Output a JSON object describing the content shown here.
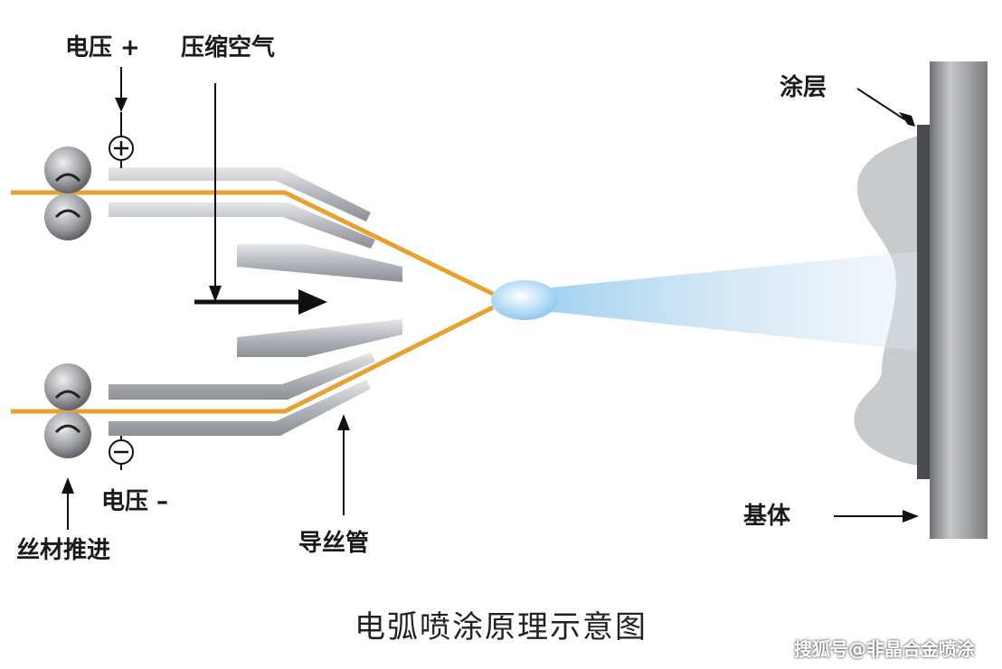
{
  "labels": {
    "voltage_pos": "电压 +",
    "compressed_air": "压缩空气",
    "coating": "涂层",
    "voltage_neg": "电压 –",
    "wire_feed": "丝材推进",
    "wire_guide": "导丝管",
    "substrate": "基体"
  },
  "caption": "电弧喷涂原理示意图",
  "watermark": "搜狐号@非晶合金喷涂",
  "colors": {
    "wire": "#e8a030",
    "guide_tube": "#b5b8bf",
    "spray": "#a8d4ef",
    "substrate": "#8f9196",
    "coating_cloud": "#c9cacc",
    "arrow": "#111111"
  },
  "icons": [
    "plus-symbol",
    "minus-symbol",
    "roller",
    "arrow"
  ]
}
